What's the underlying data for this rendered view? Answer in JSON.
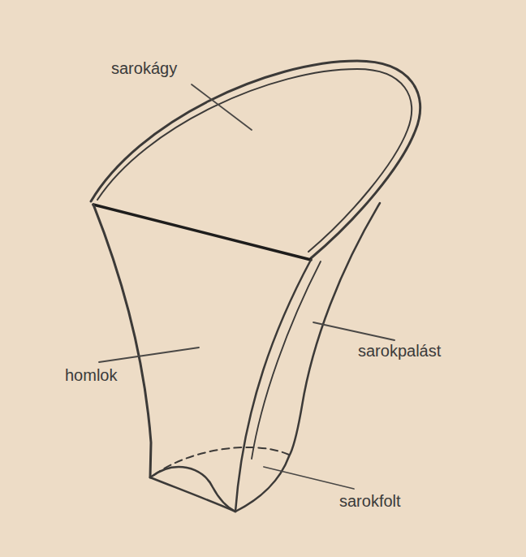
{
  "diagram": {
    "labels": [
      "sarokágy",
      "homlok",
      "sarokpalást",
      "sarokfolt"
    ]
  }
}
